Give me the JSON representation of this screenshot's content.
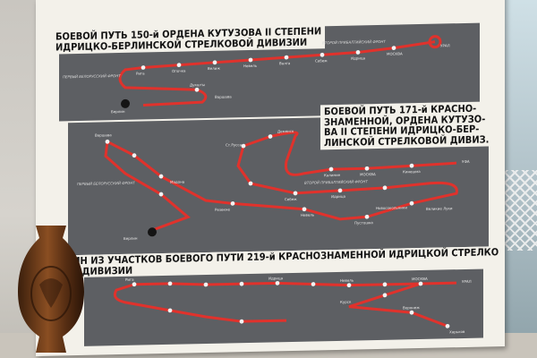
{
  "map_title": "Боевой путь дивизий",
  "panel_1": {
    "title_line_1": "БОЕВОЙ ПУТЬ 150-й ОРДЕНА КУТУЗОВА II СТЕПЕНИ",
    "title_line_2": "ИДРИЦКО-БЕРЛИНСКОЙ СТРЕЛКОВОЙ ДИВИЗИИ",
    "front_1": "ВТОРОЙ ПРИБАЛТИЙСКИЙ ФРОНТ",
    "front_2": "ПЕРВЫЙ БЕЛОРУССКИЙ ФРОНТ",
    "stations": [
      "УРАЛ",
      "МОСКВА",
      "Идрица",
      "Себеж",
      "Валга",
      "Невель",
      "Велиж",
      "Опочка",
      "Рига",
      "Дукшты",
      "Варшава",
      "Берлин"
    ]
  },
  "panel_2": {
    "title_line_1": "БОЕВОЙ ПУТЬ 171-й КРАСНО-",
    "title_line_2": "ЗНАМЕННОЙ, ОРДЕНА КУТУЗО-",
    "title_line_3": "ВА II СТЕПЕНИ ИДРИЦКО-БЕР-",
    "title_line_4": "ЛИНСКОЙ СТРЕЛКОВОЙ ДИВИЗ.",
    "front_1": "ВТОРОЙ ПРИБАЛТИЙСКИЙ ФРОНТ",
    "front_2": "ПЕРВЫЙ БЕЛОРУССКИЙ ФРОНТ",
    "stations": [
      "УФА",
      "Кинешма",
      "МОСКВА",
      "Калинин",
      "Демянск",
      "Ст.Русса",
      "Идрица",
      "Великие Луки",
      "Новосокольники",
      "Пустошка",
      "Невель",
      "Себеж",
      "Резекне",
      "Мадона",
      "Варшава",
      "Берлин"
    ]
  },
  "panel_3": {
    "title_line_1": "ОДИН ИЗ УЧАСТКОВ БОЕВОГО ПУТИ 219-й КРАСНОЗНАМЕННОЙ ИДРИЦКОЙ СТРЕЛКО",
    "title_line_2": "ВОЙ ДИВИЗИИ",
    "stations": [
      "УРАЛ",
      "МОСКВА",
      "Невель",
      "Идрица",
      "Воронеж",
      "Харьков",
      "Курск",
      "Рига"
    ]
  },
  "colors": {
    "route_red": "#e0322c",
    "panel_gray": "#5d5f63",
    "board": "#f3f1ea"
  },
  "icons": [
    "star-icon",
    "flag-icon"
  ]
}
